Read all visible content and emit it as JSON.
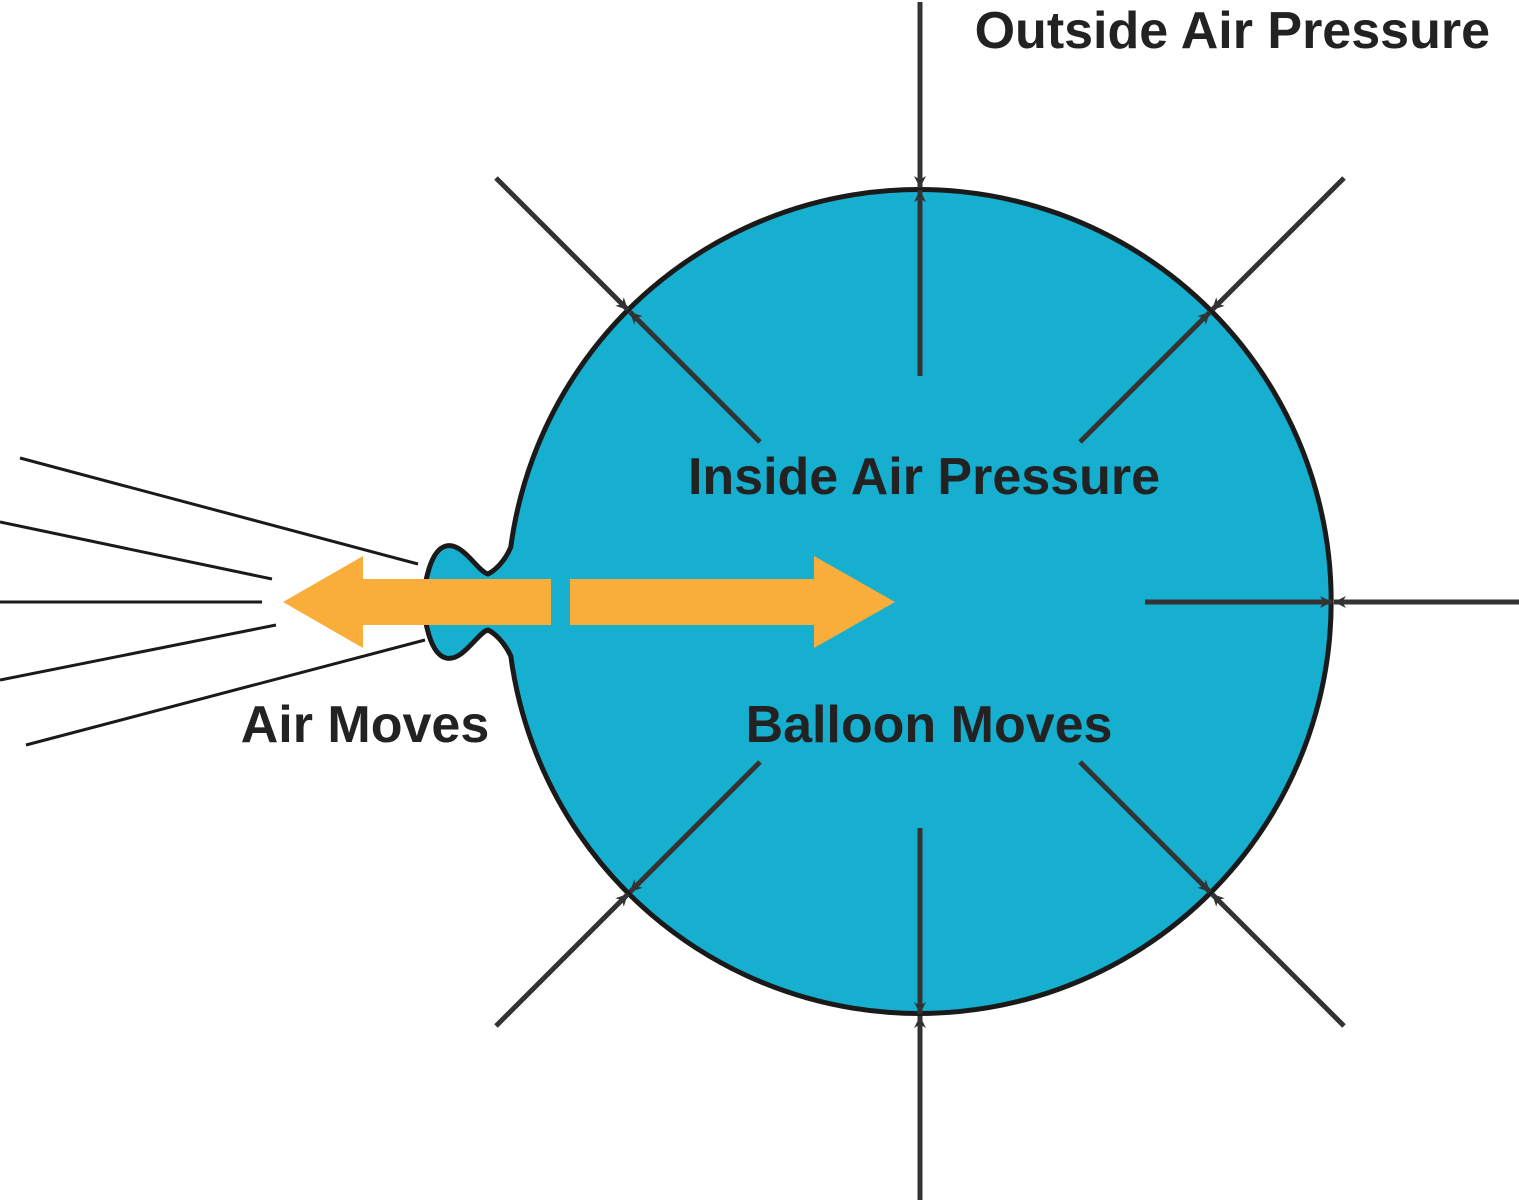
{
  "labels": {
    "outside_pressure": "Outside Air Pressure",
    "inside_pressure": "Inside Air Pressure",
    "air_moves": "Air Moves",
    "balloon_moves": "Balloon Moves"
  },
  "colors": {
    "balloon_fill": "#17afd0",
    "outline": "#1a1a1a",
    "pressure_arrow": "#333333",
    "motion_arrow": "#f9ae3b",
    "text": "#222222",
    "background": "#ffffff"
  }
}
